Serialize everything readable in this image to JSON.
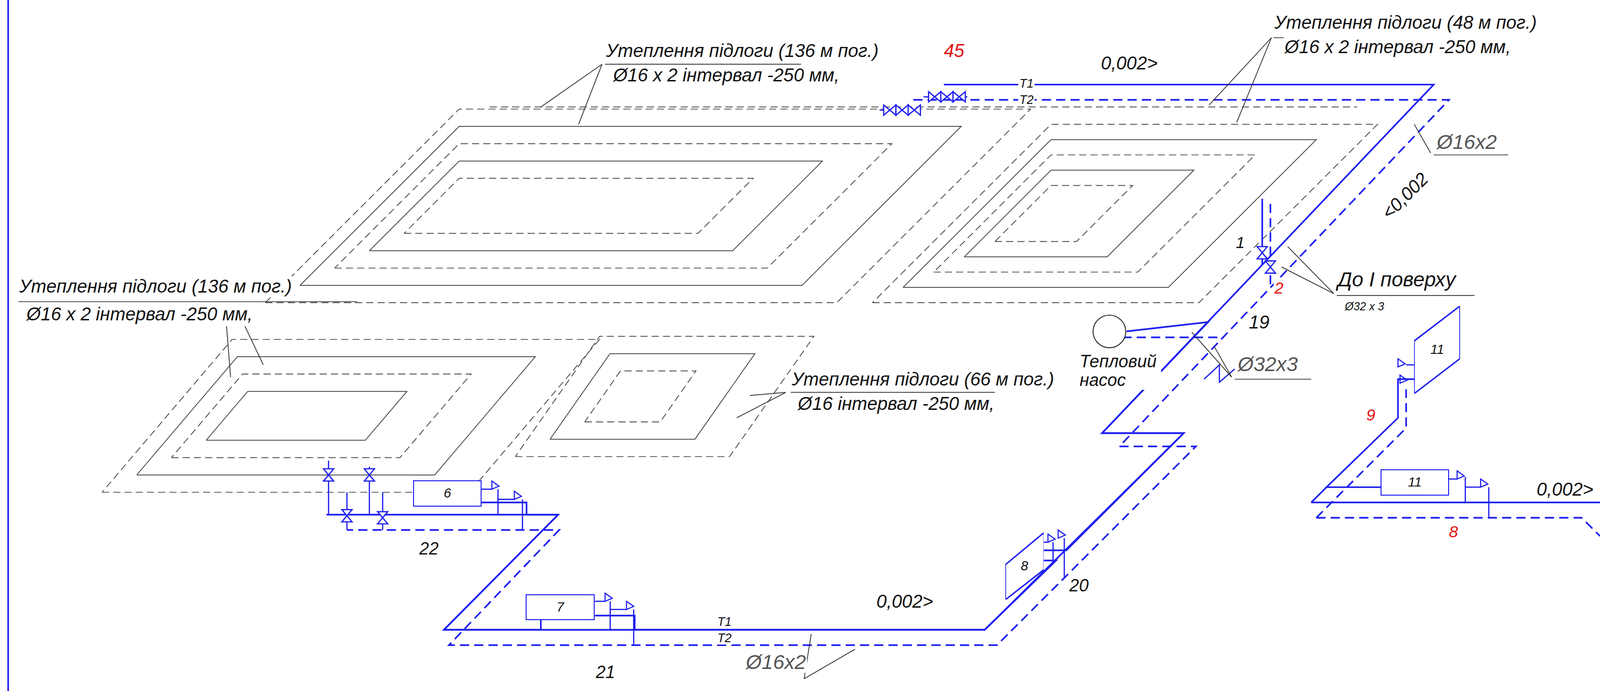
{
  "diagram": {
    "nodes": [
      {
        "text": [
          "11"
        ]
      },
      {
        "text": [
          "Тепловий насос"
        ]
      },
      {
        "text": [
          "11"
        ]
      },
      {
        "text": [
          "6"
        ]
      },
      {
        "text": [
          "8"
        ]
      },
      {
        "text": [
          "7"
        ]
      }
    ],
    "edges": [
      {
        "from": 1,
        "to": 4,
        "arrow": "none"
      },
      {
        "from": 4,
        "to": 5,
        "arrow": "none"
      },
      {
        "from": 5,
        "to": 3,
        "arrow": "none"
      },
      {
        "from": 2,
        "to": 0,
        "arrow": "none"
      }
    ],
    "labels": [
      "Утеплення підлоги (136 м пог.)",
      "45",
      "Ø16 x 2 інтервал -250 мм,",
      "T1",
      "0,002>",
      "T2",
      "Утеплення підлоги (48 м пог.)",
      "Ø16 x 2 інтервал -250 мм,",
      "Ø16x2",
      "<0,002",
      "1",
      "До I поверху",
      "2",
      "Ø32 x 3",
      "19",
      "Ø32x3",
      "Утеплення підлоги (136 м пог.)",
      "Ø16 x 2 інтервал -250 мм,",
      "Утеплення підлоги (66 м пог.)",
      "Ø16 інтервал -250 мм,",
      "9",
      "0,002>",
      "8",
      "22",
      "0,002>",
      "T1",
      "T2",
      "20",
      "Ø16x2",
      "21"
    ]
  }
}
